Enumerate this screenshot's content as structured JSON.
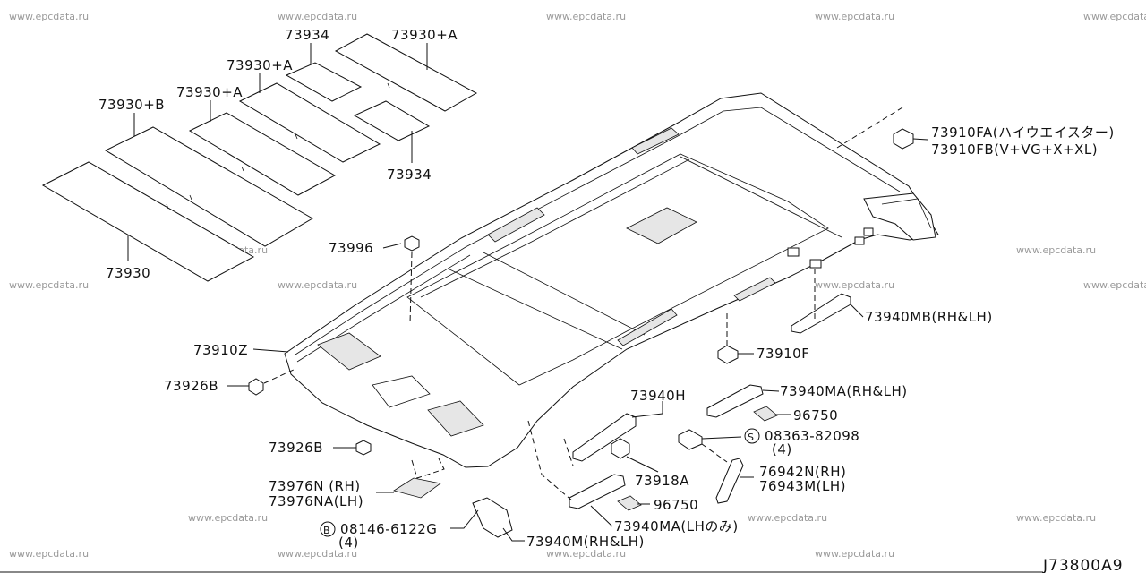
{
  "watermark": "www.epcdata.ru",
  "diagram_code": "J73800A9",
  "labels": {
    "p73934_top": "73934",
    "p73930A_top": "73930+A",
    "p73930A_mid": "73930+A",
    "p73930A_low": "73930+A",
    "p73930B": "73930+B",
    "p73934_low": "73934",
    "p73930": "73930",
    "p73996": "73996",
    "p73910FA": "73910FA(ハイウエイスター)",
    "p73910FB": "73910FB(V+VG+X+XL)",
    "p73940MB": "73940MB(RH&LH)",
    "p73910F": "73910F",
    "p73910Z": "73910Z",
    "p73926B_top": "73926B",
    "p73926B_low": "73926B",
    "p73940H": "73940H",
    "p73940MA_rh": "73940MA(RH&LH)",
    "p96750_top": "96750",
    "p08363": "08363-82098",
    "p08363_qty": "(4)",
    "p73918A": "73918A",
    "p76942N": "76942N(RH)",
    "p76943M": "76943M(LH)",
    "p73976N": "73976N (RH)",
    "p73976NA": "73976NA(LH)",
    "p96750_low": "96750",
    "p73940MA_lh": "73940MA(LHのみ)",
    "p08146": "08146-6122G",
    "p08146_qty": "(4)",
    "p73940M": "73940M(RH&LH)",
    "circle_s": "S",
    "circle_b": "B"
  }
}
